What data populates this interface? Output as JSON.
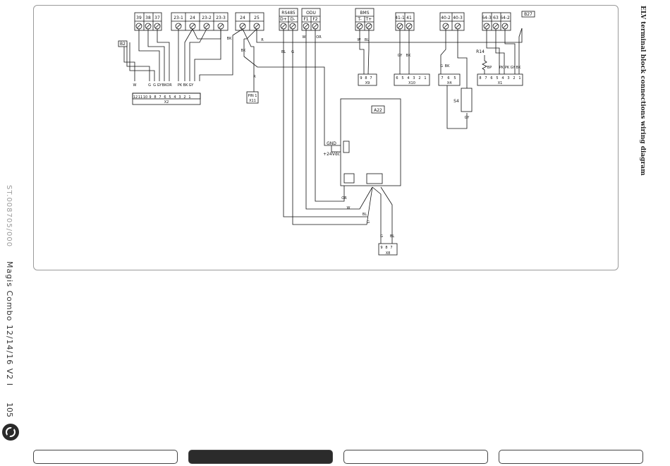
{
  "page": {
    "title": "ELV terminal block connections wiring diagram",
    "doc_code": "ST.008705/000",
    "model": "Magis Combo 12/14/16 V2 I",
    "page_number": "105"
  },
  "tabs": [
    {
      "label": "",
      "active": false
    },
    {
      "label": "",
      "active": true
    },
    {
      "label": "",
      "active": false
    },
    {
      "label": "",
      "active": false
    }
  ],
  "diagram": {
    "terminal_blocks": {
      "tb1": {
        "pins": [
          "39",
          "38",
          "37"
        ]
      },
      "tb2": {
        "pins": [
          "23-1",
          "24",
          "23-2",
          "23-3"
        ]
      },
      "tb3": {
        "pins": [
          "24",
          "25"
        ]
      },
      "tb_rs485": {
        "name": "RS485",
        "pins": [
          "D+",
          "D-"
        ]
      },
      "tb_odu": {
        "name": "ODU",
        "pins": [
          "F1",
          "F2"
        ]
      },
      "tb_bms": {
        "name": "BMS",
        "pins": [
          "T-",
          "T+"
        ]
      },
      "tb5": {
        "pins": [
          "41-1",
          "41"
        ]
      },
      "tb6": {
        "pins": [
          "40-2",
          "40-3"
        ]
      },
      "tb7": {
        "pins": [
          "64-3",
          "63",
          "64-2"
        ]
      }
    },
    "connectors": {
      "X2": {
        "name": "X2",
        "pins": [
          "12",
          "11",
          "10",
          "9",
          "8",
          "7",
          "6",
          "5",
          "4",
          "3",
          "2",
          "1"
        ],
        "wires": [
          "W",
          "G",
          "G",
          "GY",
          "BK",
          "OR",
          "PK",
          "BK",
          "GY"
        ]
      },
      "X11": {
        "name": "X11",
        "label": "PIN 1"
      },
      "X9": {
        "name": "X9",
        "pins": [
          "9",
          "8",
          "7"
        ],
        "wires": [
          "W",
          "BL"
        ]
      },
      "X10": {
        "name": "X10",
        "pins": [
          "6",
          "5",
          "4",
          "3",
          "2",
          "1"
        ],
        "wires": [
          "GY",
          "BK"
        ]
      },
      "X4": {
        "name": "X4",
        "pins": [
          "7",
          "6",
          "5"
        ],
        "wires": [
          "G",
          "BK"
        ]
      },
      "X1": {
        "name": "X1",
        "pins": [
          "8",
          "7",
          "6",
          "5",
          "4",
          "3",
          "2",
          "1"
        ],
        "wires": [
          "BP",
          "PK",
          "PK",
          "GY",
          "BK"
        ]
      },
      "X8": {
        "name": "X8",
        "pins": [
          "9",
          "8",
          "7"
        ],
        "wires": [
          "G",
          "BL"
        ]
      }
    },
    "components": {
      "B2": "B2",
      "B27": "B27",
      "R14": "R14",
      "S4": "S4",
      "A22": "A22",
      "gnd": "GND",
      "v24": "+24Vdc"
    },
    "wire_labels": {
      "bk": "BK",
      "r": "R",
      "bl": "BL",
      "g": "G",
      "w": "W",
      "or": "OR",
      "gy": "GY"
    }
  }
}
